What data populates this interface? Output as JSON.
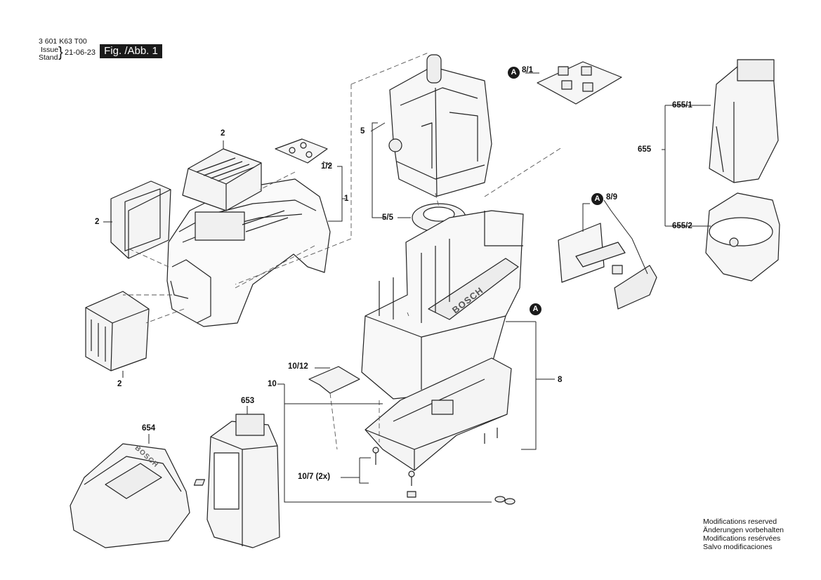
{
  "header": {
    "doc_number": "3 601 K63 T00",
    "issue_label": "Issue",
    "stand_label": "Stand",
    "date": "21-06-23",
    "figure_label": "Fig. /Abb. 1"
  },
  "labels": {
    "p2_top": "2",
    "p2_left": "2",
    "p2_bottom": "2",
    "p1_2": "1/2",
    "p1": "1",
    "p5": "5",
    "p5_5": "5/5",
    "p8_1": "8/1",
    "p8_9": "8/9",
    "p655": "655",
    "p655_1": "655/1",
    "p655_2": "655/2",
    "p8": "8",
    "p10_12": "10/12",
    "p10": "10",
    "p10_7": "10/7 (2x)",
    "p653": "653",
    "p654": "654"
  },
  "markers": {
    "a1": "A",
    "a2": "A",
    "a3": "A"
  },
  "brand": {
    "logo_1": "BOSCH",
    "logo_2": "BOSCH"
  },
  "modifications": [
    "Modifications reserved",
    "Änderungen vorbehalten",
    "Modifications resérvées",
    "Salvo modificaciones"
  ]
}
